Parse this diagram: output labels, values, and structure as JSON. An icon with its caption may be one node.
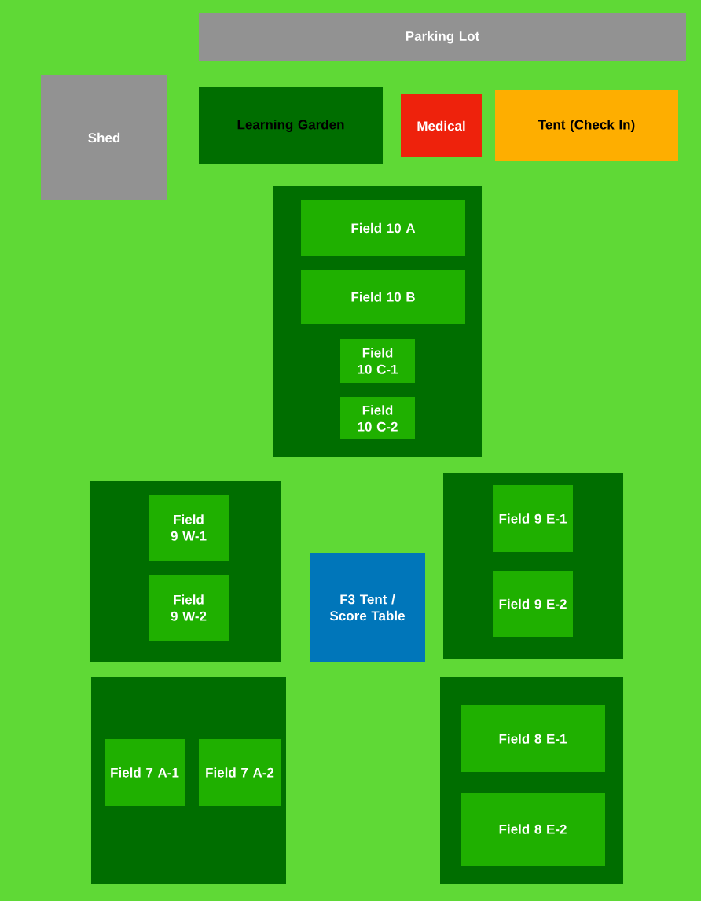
{
  "diagram": {
    "nodes": [
      {
        "text": [
          "Parking Lot"
        ]
      },
      {
        "text": [
          "Shed"
        ]
      },
      {
        "text": [
          "Learning Garden"
        ]
      },
      {
        "text": [
          "Medical"
        ]
      },
      {
        "text": [
          "Tent (Check In)"
        ]
      },
      {
        "text": [],
        "shape": "box"
      },
      {
        "text": [
          "Field 10 A"
        ],
        "in": 5
      },
      {
        "text": [
          "Field 10 B"
        ],
        "in": 5
      },
      {
        "text": [
          "Field 10 C-1"
        ],
        "in": 5
      },
      {
        "text": [
          "Field 10 C-2"
        ],
        "in": 5
      },
      {
        "text": [],
        "shape": "box"
      },
      {
        "text": [
          "Field 9 W-1"
        ],
        "in": 10
      },
      {
        "text": [
          "Field 9 W-2"
        ],
        "in": 10
      },
      {
        "text": [
          "F3 Tent / Score Table"
        ]
      },
      {
        "text": [],
        "shape": "box"
      },
      {
        "text": [
          "Field 9 E-1"
        ],
        "in": 14
      },
      {
        "text": [
          "Field 9 E-2"
        ],
        "in": 14
      },
      {
        "text": [],
        "shape": "box"
      },
      {
        "text": [
          "Field 7 A-1"
        ],
        "in": 17
      },
      {
        "text": [
          "Field 7 A-2"
        ],
        "in": 17
      },
      {
        "text": [],
        "shape": "box"
      },
      {
        "text": [
          "Field 8 E-1"
        ],
        "in": 20
      },
      {
        "text": [
          "Field 8 E-2"
        ],
        "in": 20
      }
    ]
  }
}
